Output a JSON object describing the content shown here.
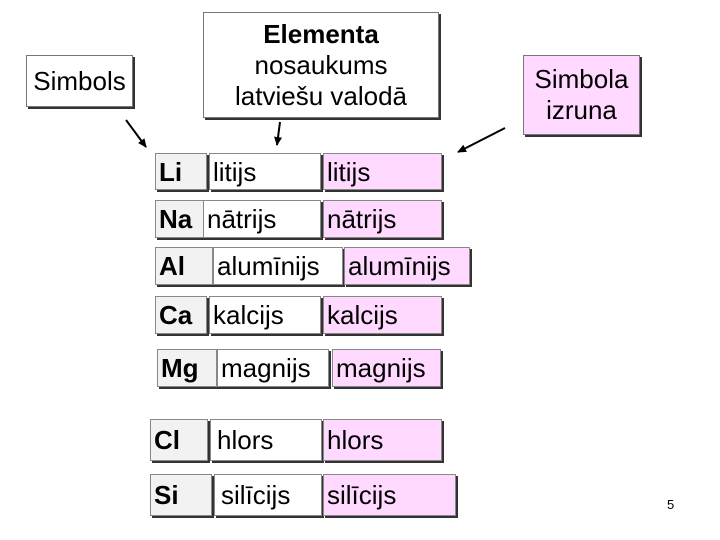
{
  "headers": {
    "symbol": "Simbols",
    "name_title": "Elementa",
    "name_line2": "nosaukums",
    "name_line3": "latviešu valodā",
    "pron_line1": "Simbola",
    "pron_line2": "izruna"
  },
  "elements": [
    {
      "symbol": "Li",
      "name": "litijs",
      "pronunciation": "litijs"
    },
    {
      "symbol": "Na",
      "name": "nātrijs",
      "pronunciation": "nātrijs"
    },
    {
      "symbol": "Al",
      "name": "alumīnijs",
      "pronunciation": "alumīnijs"
    },
    {
      "symbol": "Ca",
      "name": "kalcijs",
      "pronunciation": "kalcijs"
    },
    {
      "symbol": "Mg",
      "name": "magnijs",
      "pronunciation": "magnijs"
    },
    {
      "symbol": "Cl",
      "name": "hlors",
      "pronunciation": "hlors"
    },
    {
      "symbol": "Si",
      "name": "silīcijs",
      "pronunciation": "silīcijs"
    }
  ],
  "page_number": "5",
  "colors": {
    "pronunciation_fill": "#ffd9ff",
    "symbol_fill": "#f2f2f2",
    "border": "#888888"
  }
}
